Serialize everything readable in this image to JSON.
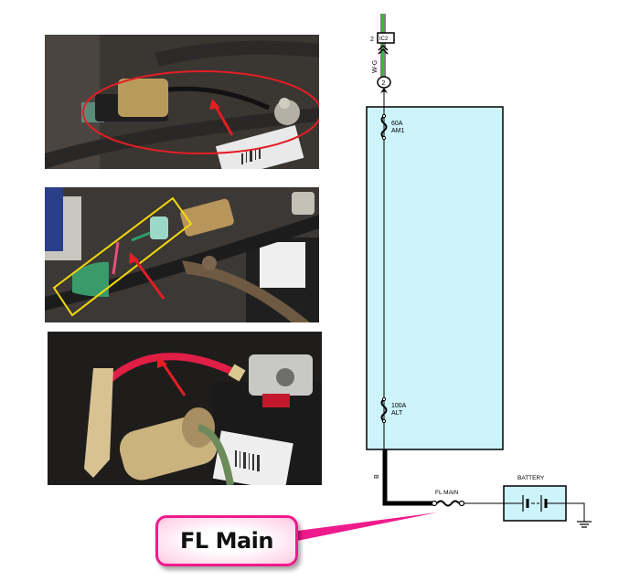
{
  "photos": [
    {
      "name": "connector-under-hood-circled",
      "annotation": "red-ellipse-with-arrow"
    },
    {
      "name": "connector-pigtail-boxed",
      "annotation": "yellow-box-with-arrow"
    },
    {
      "name": "red-fusible-link-to-battery",
      "annotation": "red-arrow"
    }
  ],
  "schematic": {
    "connector_top": {
      "pin": "2",
      "id": "IC2"
    },
    "wire_top_color": "W-G",
    "connector_lower": {
      "pin": "2"
    },
    "fuse_1": {
      "rating": "60A",
      "name": "AM1"
    },
    "fuse_2": {
      "rating": "100A",
      "name": "ALT"
    },
    "wire_main_color": "B",
    "fl_main_label": "FL MAIN",
    "battery_label": "BATTERY"
  },
  "callout": {
    "label": "FL Main"
  },
  "colors": {
    "relay_box_fill": "#cdf3fb",
    "callout_border": "#ee1b8c",
    "wire_green": "#22cc22",
    "annotation_red": "#e31e24",
    "annotation_yellow": "#f5d90a"
  }
}
